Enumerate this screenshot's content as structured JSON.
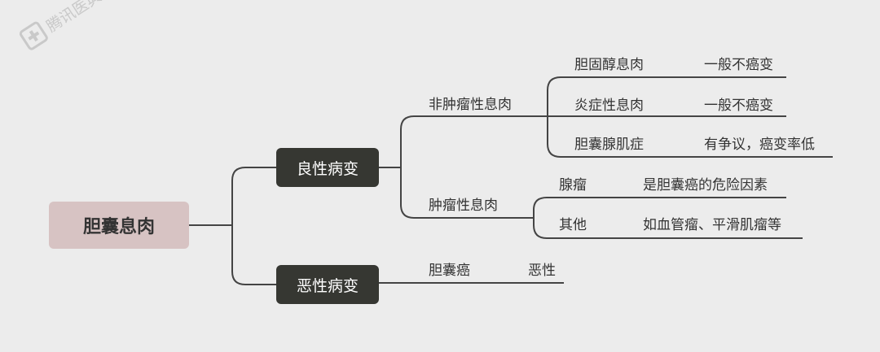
{
  "watermark": "腾讯医典",
  "root": "胆囊息肉",
  "benign": {
    "label": "良性病变",
    "non_neoplastic": {
      "label": "非肿瘤性息肉",
      "items": [
        {
          "name": "胆固醇息肉",
          "note": "一般不癌变"
        },
        {
          "name": "炎症性息肉",
          "note": "一般不癌变"
        },
        {
          "name": "胆囊腺肌症",
          "note": "有争议，癌变率低"
        }
      ]
    },
    "neoplastic": {
      "label": "肿瘤性息肉",
      "items": [
        {
          "name": "腺瘤",
          "note": "是胆囊癌的危险因素"
        },
        {
          "name": "其他",
          "note": "如血管瘤、平滑肌瘤等"
        }
      ]
    }
  },
  "malignant": {
    "label": "恶性病变",
    "items": [
      {
        "name": "胆囊癌",
        "note": "恶性"
      }
    ]
  }
}
